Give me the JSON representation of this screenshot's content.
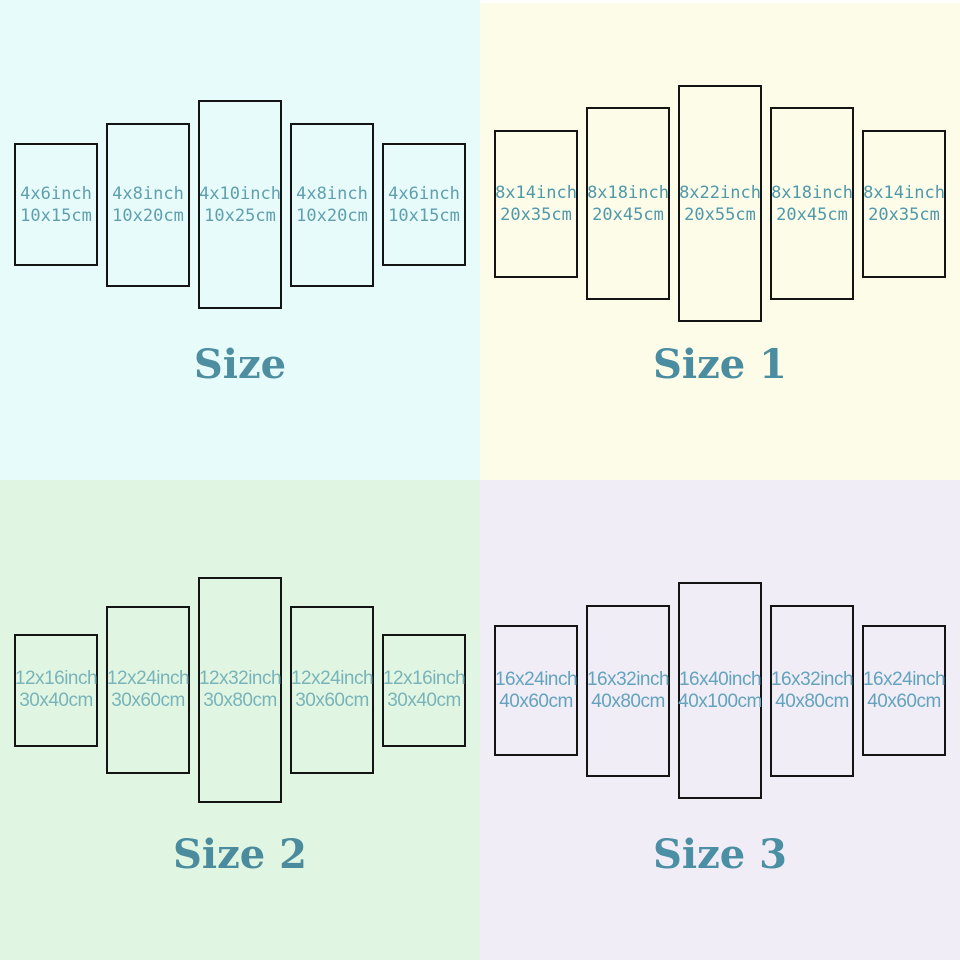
{
  "panel_border_color": "#141414",
  "seam_color": "#ffffff",
  "quadrants": [
    {
      "id": "size",
      "title": "Size",
      "background": "#e7fbfb",
      "label_color": "#5f9fae",
      "title_color": "#4d8ea1",
      "panels": [
        {
          "inch": "4x6inch",
          "cm": "10x15cm"
        },
        {
          "inch": "4x8inch",
          "cm": "10x20cm"
        },
        {
          "inch": "4x10inch",
          "cm": "10x25cm"
        },
        {
          "inch": "4x8inch",
          "cm": "10x20cm"
        },
        {
          "inch": "4x6inch",
          "cm": "10x15cm"
        }
      ]
    },
    {
      "id": "size-1",
      "title": "Size 1",
      "background": "#fdfce8",
      "label_color": "#4f99ab",
      "title_color": "#4a8da1",
      "panels": [
        {
          "inch": "8x14inch",
          "cm": "20x35cm"
        },
        {
          "inch": "8x18inch",
          "cm": "20x45cm"
        },
        {
          "inch": "8x22inch",
          "cm": "20x55cm"
        },
        {
          "inch": "8x18inch",
          "cm": "20x45cm"
        },
        {
          "inch": "8x14inch",
          "cm": "20x35cm"
        }
      ]
    },
    {
      "id": "size-2",
      "title": "Size 2",
      "background": "#e1f6e2",
      "label_color": "#79b4ba",
      "title_color": "#4a8c9e",
      "panels": [
        {
          "inch": "12x16inch",
          "cm": "30x40cm"
        },
        {
          "inch": "12x24inch",
          "cm": "30x60cm"
        },
        {
          "inch": "12x32inch",
          "cm": "30x80cm"
        },
        {
          "inch": "12x24inch",
          "cm": "30x60cm"
        },
        {
          "inch": "12x16inch",
          "cm": "30x40cm"
        }
      ]
    },
    {
      "id": "size-3",
      "title": "Size 3",
      "background": "#f1edf7",
      "label_color": "#63a3bd",
      "title_color": "#4b8fa4",
      "panels": [
        {
          "inch": "16x24inch",
          "cm": "40x60cm"
        },
        {
          "inch": "16x32inch",
          "cm": "40x80cm"
        },
        {
          "inch": "16x40inch",
          "cm": "40x100cm"
        },
        {
          "inch": "16x32inch",
          "cm": "40x80cm"
        },
        {
          "inch": "16x24inch",
          "cm": "40x60cm"
        }
      ]
    }
  ]
}
